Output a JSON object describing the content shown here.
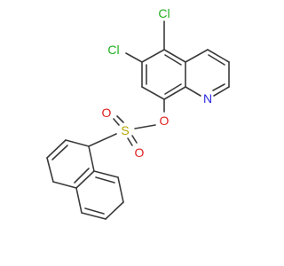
{
  "molecule": {
    "atoms": [
      {
        "id": "cl1",
        "symbol": "Cl",
        "color": "#1fae1f"
      },
      {
        "id": "cl2",
        "symbol": "Cl",
        "color": "#1fae1f"
      },
      {
        "id": "n1",
        "symbol": "N",
        "color": "#2a2ae0"
      },
      {
        "id": "o1",
        "symbol": "O",
        "color": "#e01f1f"
      },
      {
        "id": "s1",
        "symbol": "S",
        "color": "#b5a400"
      },
      {
        "id": "o2",
        "symbol": "O",
        "color": "#e01f1f"
      },
      {
        "id": "o3",
        "symbol": "O",
        "color": "#e01f1f"
      }
    ],
    "bond_color": "#3a3a3a"
  }
}
